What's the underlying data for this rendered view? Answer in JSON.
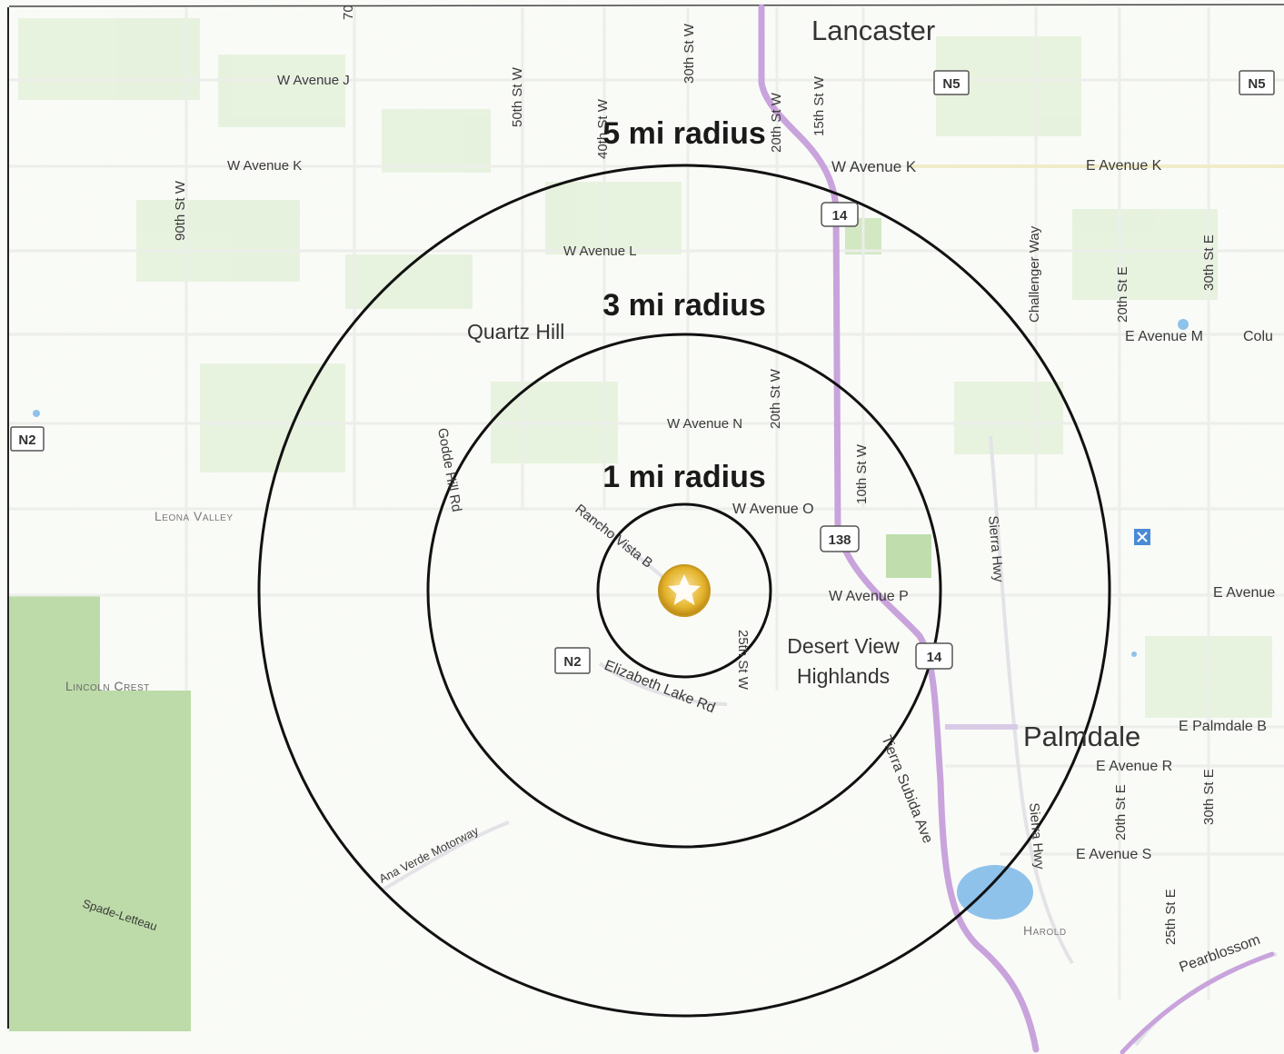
{
  "cities": {
    "lancaster": "Lancaster",
    "palmdale": "Palmdale",
    "quartz_hill": "Quartz Hill",
    "desert_view_line1": "Desert View",
    "desert_view_line2": "Highlands",
    "leona_valley": "Leona Valley",
    "lincoln_crest": "Lincoln Crest",
    "harold": "Harold"
  },
  "radii": {
    "five": "5 mi radius",
    "three": "3 mi radius",
    "one": "1 mi radius"
  },
  "shields": {
    "n5_a": "N5",
    "n5_b": "N5",
    "n2_west": "N2",
    "n2_center": "N2",
    "hwy14_north": "14",
    "hwy14_south": "14",
    "hwy138": "138"
  },
  "roads": {
    "w_ave_j": "W Avenue J",
    "w_ave_k_west": "W Avenue K",
    "w_ave_k_east": "W Avenue K",
    "e_ave_k": "E Avenue K",
    "w_ave_l": "W Avenue L",
    "e_ave_m": "E Avenue M",
    "colum": "Colu",
    "w_ave_n": "W Avenue N",
    "w_ave_o": "W Avenue O",
    "w_ave_p": "W Avenue P",
    "e_avenue": "E Avenue",
    "e_palmdale": "E Palmdale B",
    "e_ave_r": "E Avenue R",
    "e_ave_s": "E Avenue S",
    "st_90w": "90th St W",
    "st_70": "70",
    "st_50w": "50th St W",
    "st_40w": "40th St W",
    "st_30w": "30th St W",
    "st_20w_top": "20th St W",
    "st_15w": "15th St W",
    "st_20w_mid": "20th St W",
    "st_10w": "10th St W",
    "st_25w": "25th St W",
    "challenger": "Challenger Way",
    "st_20e_top": "20th St E",
    "st_30e_top": "30th St E",
    "sierra_hwy_n": "Sierra Hwy",
    "sierra_hwy_s": "Sierra Hwy",
    "st_20e_bot": "20th St E",
    "st_30e_bot": "30th St E",
    "st_25e": "25th St E",
    "godde_hill": "Godde Hill Rd",
    "rancho_vista": "Rancho Vista B",
    "elizabeth_lake": "Elizabeth Lake Rd",
    "tierra_subida": "Tierra Subida Ave",
    "ana_verde": "Ana Verde Motorway",
    "spade_letteau": "Spade-Letteau",
    "pearblossom": "Pearblossom"
  },
  "colors": {
    "highway": "#c9a3dc",
    "water": "#8fc2ea",
    "park": "#a8d08d",
    "ring": "#111111",
    "marker": "#e4b32c"
  },
  "icons": {
    "center": "star-marker-icon",
    "poi": "airport-icon"
  }
}
